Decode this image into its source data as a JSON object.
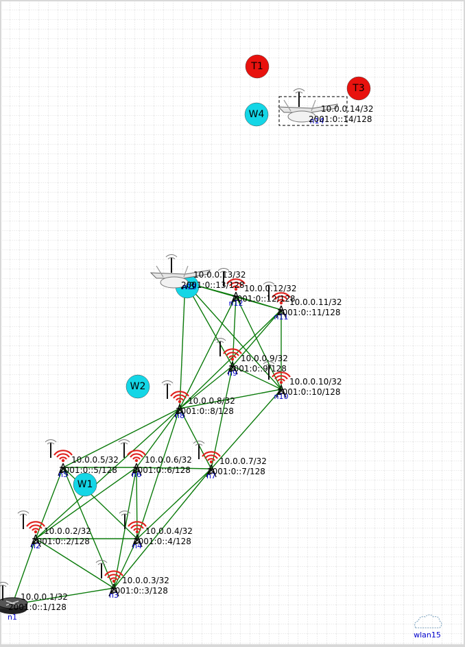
{
  "canvas": {
    "background": "#ffffff",
    "grid_color": "#c8c8c8",
    "link_color": "#0a7a0a",
    "wifi_color": "#e0201c",
    "marker_colors": {
      "W": "#14d6e6",
      "T": "#e8120e"
    }
  },
  "nodes": [
    {
      "id": "n1",
      "kind": "router",
      "label": "n1",
      "ipv4": "10.0.0.1/32",
      "ipv6": "2001:0::1/128"
    },
    {
      "id": "n2",
      "kind": "mdr",
      "label": "n2",
      "ipv4": "10.0.0.2/32",
      "ipv6": "2001:0::2/128"
    },
    {
      "id": "n3",
      "kind": "mdr",
      "label": "n3",
      "ipv4": "10.0.0.3/32",
      "ipv6": "2001:0::3/128"
    },
    {
      "id": "n4",
      "kind": "mdr",
      "label": "n4",
      "ipv4": "10.0.0.4/32",
      "ipv6": "2001:0::4/128"
    },
    {
      "id": "n5",
      "kind": "mdr",
      "label": "n5",
      "ipv4": "10.0.0.5/32",
      "ipv6": "2001:0::5/128"
    },
    {
      "id": "n6",
      "kind": "mdr",
      "label": "n6",
      "ipv4": "10.0.0.6/32",
      "ipv6": "2001:0::6/128"
    },
    {
      "id": "n7",
      "kind": "mdr",
      "label": "n7",
      "ipv4": "10.0.0.7/32",
      "ipv6": "2001:0::7/128"
    },
    {
      "id": "n8",
      "kind": "mdr",
      "label": "n8",
      "ipv4": "10.0.0.8/32",
      "ipv6": "2001:0::8/128"
    },
    {
      "id": "n9",
      "kind": "mdr",
      "label": "n9",
      "ipv4": "10.0.0.9/32",
      "ipv6": "2001:0::9/128"
    },
    {
      "id": "n10",
      "kind": "mdr",
      "label": "n10",
      "ipv4": "10.0.0.10/32",
      "ipv6": "2001:0::10/128"
    },
    {
      "id": "n11",
      "kind": "mdr",
      "label": "n11",
      "ipv4": "10.0.0.11/32",
      "ipv6": "2001:0::11/128"
    },
    {
      "id": "n12",
      "kind": "mdr",
      "label": "n12",
      "ipv4": "10.0.0.12/32",
      "ipv6": "2001:0::12/128"
    },
    {
      "id": "n13",
      "kind": "uav",
      "label": "n13",
      "ipv4": "10.0.0.13/32",
      "ipv6": "2001:0::13/128"
    },
    {
      "id": "n14",
      "kind": "uav",
      "label": "n14",
      "ipv4": "10.0.0.14/32",
      "ipv6": "2001:0::14/128"
    }
  ],
  "links": [
    [
      "n1",
      "n2"
    ],
    [
      "n1",
      "n3"
    ],
    [
      "n2",
      "n3"
    ],
    [
      "n2",
      "n4"
    ],
    [
      "n2",
      "n5"
    ],
    [
      "n2",
      "n6"
    ],
    [
      "n2",
      "n8"
    ],
    [
      "n3",
      "n4"
    ],
    [
      "n3",
      "n5"
    ],
    [
      "n3",
      "n6"
    ],
    [
      "n3",
      "n7"
    ],
    [
      "n4",
      "n5"
    ],
    [
      "n4",
      "n6"
    ],
    [
      "n4",
      "n7"
    ],
    [
      "n4",
      "n8"
    ],
    [
      "n5",
      "n6"
    ],
    [
      "n5",
      "n8"
    ],
    [
      "n6",
      "n7"
    ],
    [
      "n6",
      "n8"
    ],
    [
      "n7",
      "n8"
    ],
    [
      "n7",
      "n9"
    ],
    [
      "n7",
      "n10"
    ],
    [
      "n8",
      "n9"
    ],
    [
      "n8",
      "n10"
    ],
    [
      "n8",
      "n11"
    ],
    [
      "n8",
      "n12"
    ],
    [
      "n8",
      "n13"
    ],
    [
      "n9",
      "n10"
    ],
    [
      "n9",
      "n11"
    ],
    [
      "n9",
      "n12"
    ],
    [
      "n9",
      "n13"
    ],
    [
      "n10",
      "n11"
    ],
    [
      "n10",
      "n12"
    ],
    [
      "n10",
      "n13"
    ],
    [
      "n11",
      "n12"
    ],
    [
      "n11",
      "n13"
    ],
    [
      "n12",
      "n13"
    ]
  ],
  "markers": [
    {
      "id": "W1",
      "label": "W1",
      "kind": "W"
    },
    {
      "id": "W2",
      "label": "W2",
      "kind": "W"
    },
    {
      "id": "W3",
      "label": "W3",
      "kind": "W"
    },
    {
      "id": "W4",
      "label": "W4",
      "kind": "W"
    },
    {
      "id": "T1",
      "label": "T1",
      "kind": "T"
    },
    {
      "id": "T3",
      "label": "T3",
      "kind": "T"
    }
  ],
  "wlan": {
    "label": "wlan15"
  }
}
